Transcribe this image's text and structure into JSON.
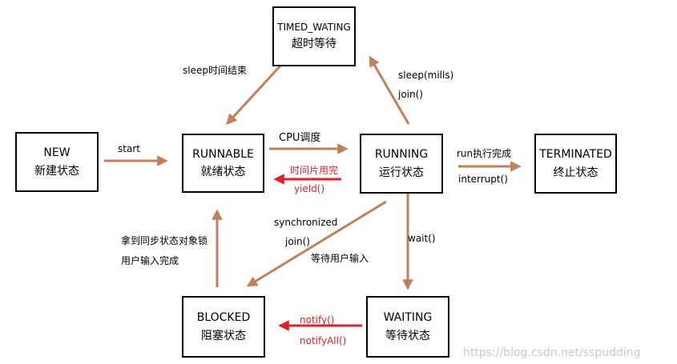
{
  "colors": {
    "arrow": "#c1805a",
    "highlight": "#e0202a",
    "border": "#000000",
    "watermark": "#c8c8c8"
  },
  "states": {
    "new": {
      "name": "NEW",
      "desc": "新建状态"
    },
    "runnable": {
      "name": "RUNNABLE",
      "desc": "就绪状态"
    },
    "running": {
      "name": "RUNNING",
      "desc": "运行状态"
    },
    "timed": {
      "name": "TIMED_WATING",
      "desc": "超时等待"
    },
    "terminated": {
      "name": "TERMINATED",
      "desc": "终止状态"
    },
    "blocked": {
      "name": "BLOCKED",
      "desc": "阻塞状态"
    },
    "waiting": {
      "name": "WAITING",
      "desc": "等待状态"
    }
  },
  "transitions": {
    "start": "start",
    "cpu": "CPU调度",
    "timeslice": "时间片用完",
    "yield": "yield()",
    "sleep_end": "sleep时间结束",
    "sleep_mills": "sleep(mills)",
    "join_timed": "join()",
    "run_done": "run执行完成",
    "interrupt": "interrupt()",
    "synchronized": "synchronized",
    "join_blocked": "join()",
    "wait_input": "等待用户输入",
    "wait": "wait()",
    "lock_acquired": "拿到同步状态对象锁",
    "input_done": "用户输入完成",
    "notify": "notify()",
    "notify_all": "notifyAll()"
  },
  "watermark": "https://blog.csdn.net/sspudding"
}
